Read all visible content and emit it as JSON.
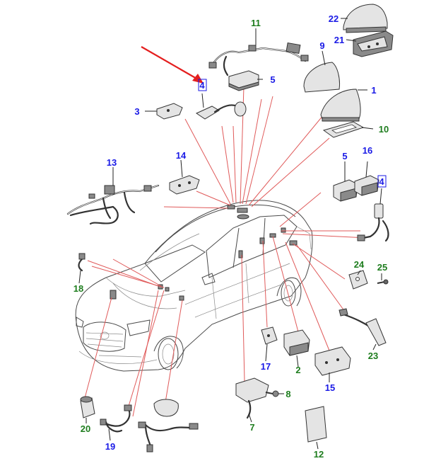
{
  "colors": {
    "blue_label": "#1a1ae6",
    "green_label": "#1e7d1e",
    "leader_line": "#e05a5a",
    "highlight_arrow": "#e41e1e"
  },
  "labels": {
    "l22": {
      "text": "22",
      "color": "blue"
    },
    "l11": {
      "text": "11",
      "color": "green"
    },
    "l21": {
      "text": "21",
      "color": "blue"
    },
    "l9": {
      "text": "9",
      "color": "blue"
    },
    "l4a": {
      "text": "4",
      "color": "blue",
      "boxed": true
    },
    "l5a": {
      "text": "5",
      "color": "blue"
    },
    "l1": {
      "text": "1",
      "color": "blue"
    },
    "l3": {
      "text": "3",
      "color": "blue"
    },
    "l10": {
      "text": "10",
      "color": "green"
    },
    "l13": {
      "text": "13",
      "color": "blue"
    },
    "l14": {
      "text": "14",
      "color": "blue"
    },
    "l5b": {
      "text": "5",
      "color": "blue"
    },
    "l16": {
      "text": "16",
      "color": "blue"
    },
    "l4b": {
      "text": "4",
      "color": "blue",
      "boxed": true
    },
    "l24": {
      "text": "24",
      "color": "green"
    },
    "l25": {
      "text": "25",
      "color": "green"
    },
    "l18": {
      "text": "18",
      "color": "green"
    },
    "l23": {
      "text": "23",
      "color": "green"
    },
    "l17": {
      "text": "17",
      "color": "blue"
    },
    "l2": {
      "text": "2",
      "color": "green"
    },
    "l15": {
      "text": "15",
      "color": "blue"
    },
    "l8": {
      "text": "8",
      "color": "green"
    },
    "l7": {
      "text": "7",
      "color": "green"
    },
    "l20": {
      "text": "20",
      "color": "green"
    },
    "l19": {
      "text": "19",
      "color": "blue"
    },
    "l12": {
      "text": "12",
      "color": "green"
    }
  }
}
